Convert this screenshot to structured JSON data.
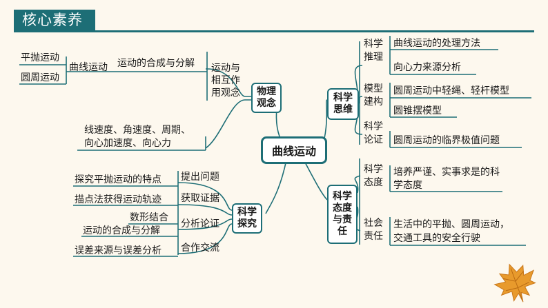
{
  "header": {
    "title": "核心素养"
  },
  "center": "曲线运动",
  "physics_concept": {
    "label_line1": "物理",
    "label_line2": "观念",
    "sub_line1": "运动与",
    "sub_line2": "相互作",
    "sub_line3": "用观念",
    "branch1": "运动的合成与分解",
    "branch1_child": "曲线运动",
    "leaf1": "平抛运动",
    "leaf2": "圆周运动",
    "branch2_line1": "线速度、角速度、周期、",
    "branch2_line2": "向心加速度、向心力"
  },
  "inquiry": {
    "label_line1": "科学",
    "label_line2": "探究",
    "steps": [
      "提出问题",
      "获取证据",
      "分析论证",
      "合作交流"
    ],
    "items": [
      "探究平抛运动的特点",
      "描点法获得运动轨迹",
      "数形结合",
      "运动的合成与分解",
      "误差来源与误差分析"
    ]
  },
  "thinking": {
    "label_line1": "科学",
    "label_line2": "思维",
    "groups": [
      {
        "l1": "科学",
        "l2": "推理",
        "items": [
          "曲线运动的处理方法",
          "向心力来源分析"
        ]
      },
      {
        "l1": "模型",
        "l2": "建构",
        "items": [
          "圆周运动中轻绳、轻杆模型",
          "圆锥摆模型"
        ]
      },
      {
        "l1": "科学",
        "l2": "论证",
        "items": [
          "圆周运动的临界极值问题"
        ]
      }
    ]
  },
  "attitude": {
    "label_line1": "科学",
    "label_line2": "态度",
    "label_line3": "与责",
    "label_line4": "任",
    "groups": [
      {
        "l1": "科学",
        "l2": "态度",
        "t1": "培养严谨、实事求是的科",
        "t2": "学态度"
      },
      {
        "l1": "社会",
        "l2": "责任",
        "t1": "生活中的平抛、圆周运动，",
        "t2": "交通工具的安全行驶"
      }
    ]
  },
  "colors": {
    "accent": "#1d6e76",
    "background": "#fdf8ee",
    "leaf": "#e89a2c"
  },
  "decoration_icon": "maple-leaf-icon"
}
